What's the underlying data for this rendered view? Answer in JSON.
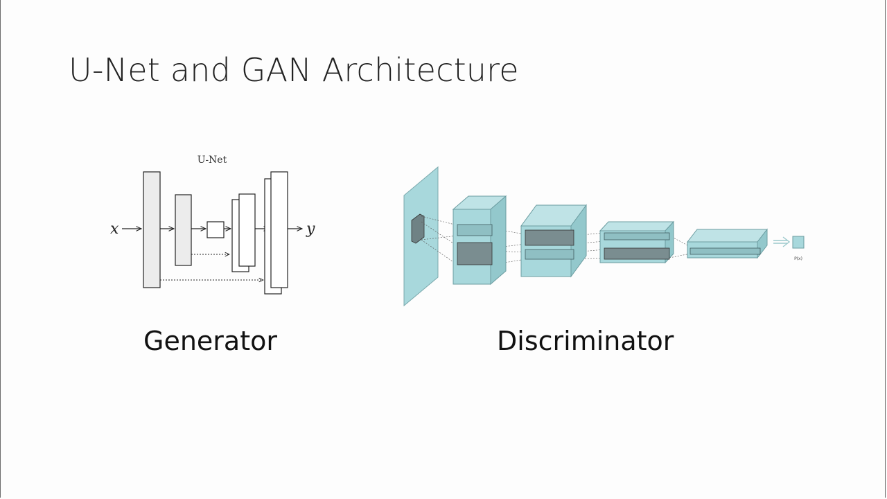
{
  "slide": {
    "title": "U-Net and GAN Architecture"
  },
  "generator": {
    "heading": "U-Net",
    "input_symbol": "x",
    "output_symbol": "y",
    "caption": "Generator"
  },
  "discriminator": {
    "output_label": "P(x)",
    "caption": "Discriminator",
    "block_color": "#a8d8dc"
  }
}
